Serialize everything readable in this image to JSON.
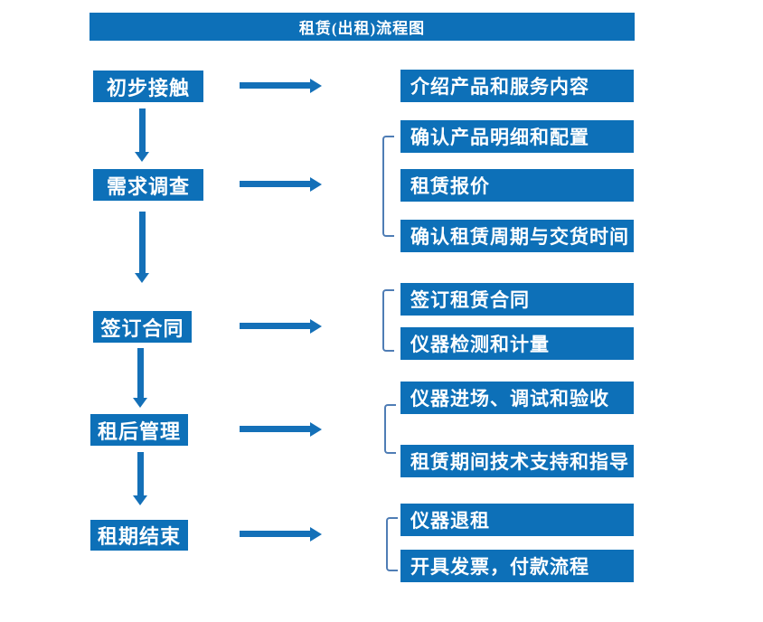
{
  "title": "租赁(出租)流程图",
  "colors": {
    "box_blue": "#0d70b8",
    "arrow_blue": "#1470b8",
    "bracket_blue": "#4f7db5",
    "text_white": "#ffffff",
    "background": "#ffffff"
  },
  "steps": [
    {
      "label": "初步接触",
      "outputs": [
        "介绍产品和服务内容"
      ]
    },
    {
      "label": "需求调查",
      "outputs": [
        "确认产品明细和配置",
        "租赁报价",
        "确认租赁周期与交货时间"
      ]
    },
    {
      "label": "签订合同",
      "outputs": [
        "签订租赁合同",
        "仪器检测和计量"
      ]
    },
    {
      "label": "租后管理",
      "outputs": [
        "仪器进场、调试和验收",
        "租赁期间技术支持和指导"
      ]
    },
    {
      "label": "租期结束",
      "outputs": [
        "仪器退租",
        "开具发票，付款流程"
      ]
    }
  ]
}
